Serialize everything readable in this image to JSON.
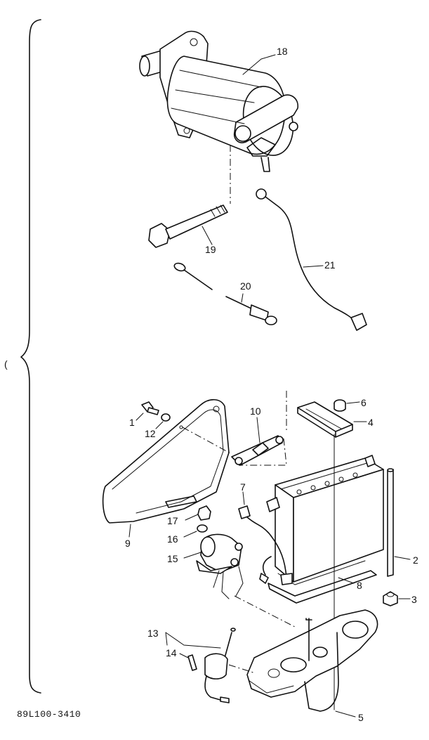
{
  "diagram": {
    "drawing_code": "89L100-3410",
    "side_mark": "(",
    "callouts": [
      {
        "id": "c1",
        "text": "1"
      },
      {
        "id": "c2",
        "text": "2"
      },
      {
        "id": "c3",
        "text": "3"
      },
      {
        "id": "c4",
        "text": "4"
      },
      {
        "id": "c5",
        "text": "5"
      },
      {
        "id": "c6",
        "text": "6"
      },
      {
        "id": "c7",
        "text": "7"
      },
      {
        "id": "c8",
        "text": "8"
      },
      {
        "id": "c9",
        "text": "9"
      },
      {
        "id": "c10",
        "text": "10"
      },
      {
        "id": "c11",
        "text": "12"
      },
      {
        "id": "c12",
        "text": "13"
      },
      {
        "id": "c13",
        "text": "14"
      },
      {
        "id": "c14",
        "text": "15"
      },
      {
        "id": "c15",
        "text": "16"
      },
      {
        "id": "c16",
        "text": "17"
      },
      {
        "id": "c17",
        "text": "18"
      },
      {
        "id": "c18",
        "text": "19"
      },
      {
        "id": "c19",
        "text": "20"
      },
      {
        "id": "c20",
        "text": "21"
      }
    ]
  }
}
